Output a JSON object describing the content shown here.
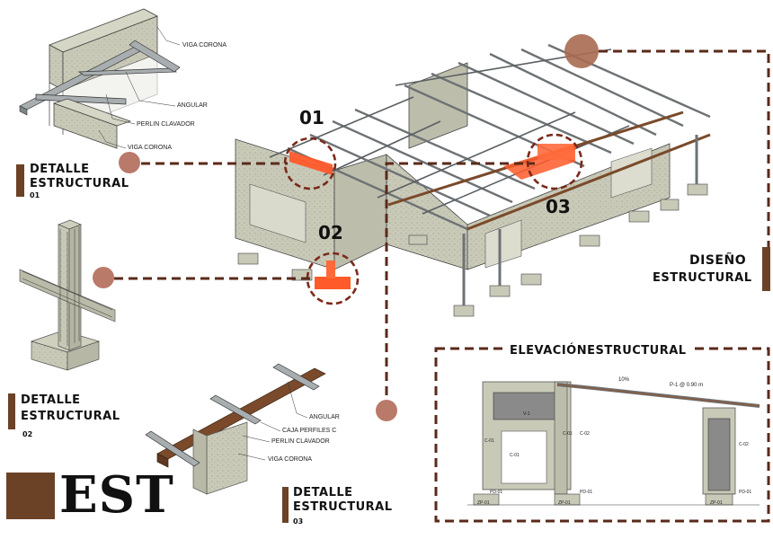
{
  "colors": {
    "brown": "#6b4226",
    "dash_brown": "#5a2a1a",
    "marker_circle": "#b97a6a",
    "highlight_red": "#ff5a2a",
    "concrete": "#c9c9b8",
    "steel": "#9aa0a3"
  },
  "detail_01": {
    "title_line1": "DETALLE",
    "title_line2": "ESTRUCTURAL",
    "number": "01",
    "labels": [
      "VIGA CORONA",
      "ANGULAR",
      "PERLIN CLAVADOR",
      "VIGA CORONA"
    ]
  },
  "detail_02": {
    "title_line1": "DETALLE",
    "title_line2": "ESTRUCTURAL",
    "number": "02"
  },
  "detail_03": {
    "title_line1": "DETALLE",
    "title_line2": "ESTRUCTURAL",
    "number": "03",
    "labels": [
      "ANGULAR",
      "CAJA PERFILES C",
      "PERLIN CLAVADOR",
      "VIGA CORONA"
    ]
  },
  "main_model": {
    "callouts": [
      "01",
      "02",
      "03"
    ],
    "title_line1": "DISEÑO",
    "title_line2": "ESTRUCTURAL"
  },
  "elevation": {
    "title": "ELEVACIÓNESTRUCTURAL",
    "slope_label": "10%",
    "purlin_label": "P-1 @ 0.90 m",
    "tags": [
      "V-1",
      "C-01",
      "C-01",
      "C-01",
      "C-02",
      "C-02",
      "PD-01",
      "PD-01",
      "PD-01",
      "ZP-01",
      "ZP-01",
      "ZP-01"
    ]
  },
  "logo": {
    "text": "EST"
  }
}
